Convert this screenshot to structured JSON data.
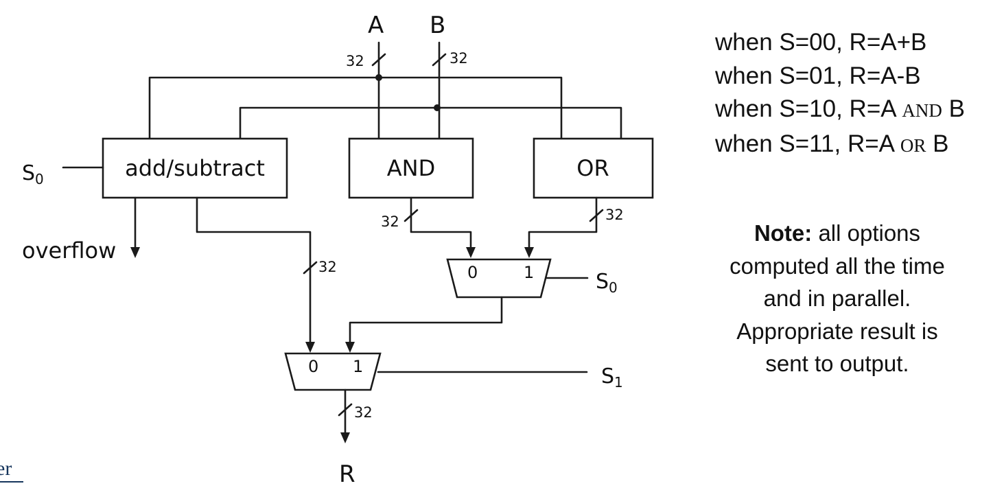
{
  "diagram": {
    "inputs": {
      "a": "A",
      "b": "B"
    },
    "width_labels": {
      "a": "32",
      "b": "32",
      "and_out": "32",
      "or_out": "32",
      "addsub_out": "32",
      "result": "32"
    },
    "blocks": {
      "addsub": "add/subtract",
      "and": "AND",
      "or": "OR"
    },
    "select_labels": {
      "s0_addsub": "S0",
      "s0_mux": "S0",
      "s1_mux": "S1"
    },
    "mux_ports": {
      "zero": "0",
      "one": "1"
    },
    "outputs": {
      "overflow": "overflow",
      "result": "R"
    }
  },
  "rules": [
    {
      "prefix": "when S=00, R=A+B",
      "op": "",
      "suffix": ""
    },
    {
      "prefix": "when S=01, R=A-B",
      "op": "",
      "suffix": ""
    },
    {
      "prefix": "when S=10, R=A ",
      "op": "AND",
      "suffix": " B"
    },
    {
      "prefix": "when S=11, R=A ",
      "op": "OR",
      "suffix": " B"
    }
  ],
  "note": {
    "title": "Note:",
    "lines": [
      "all options",
      "computed all the time",
      "and in parallel.",
      "Appropriate result is",
      "sent to output."
    ]
  },
  "logo": {
    "text": "er"
  }
}
